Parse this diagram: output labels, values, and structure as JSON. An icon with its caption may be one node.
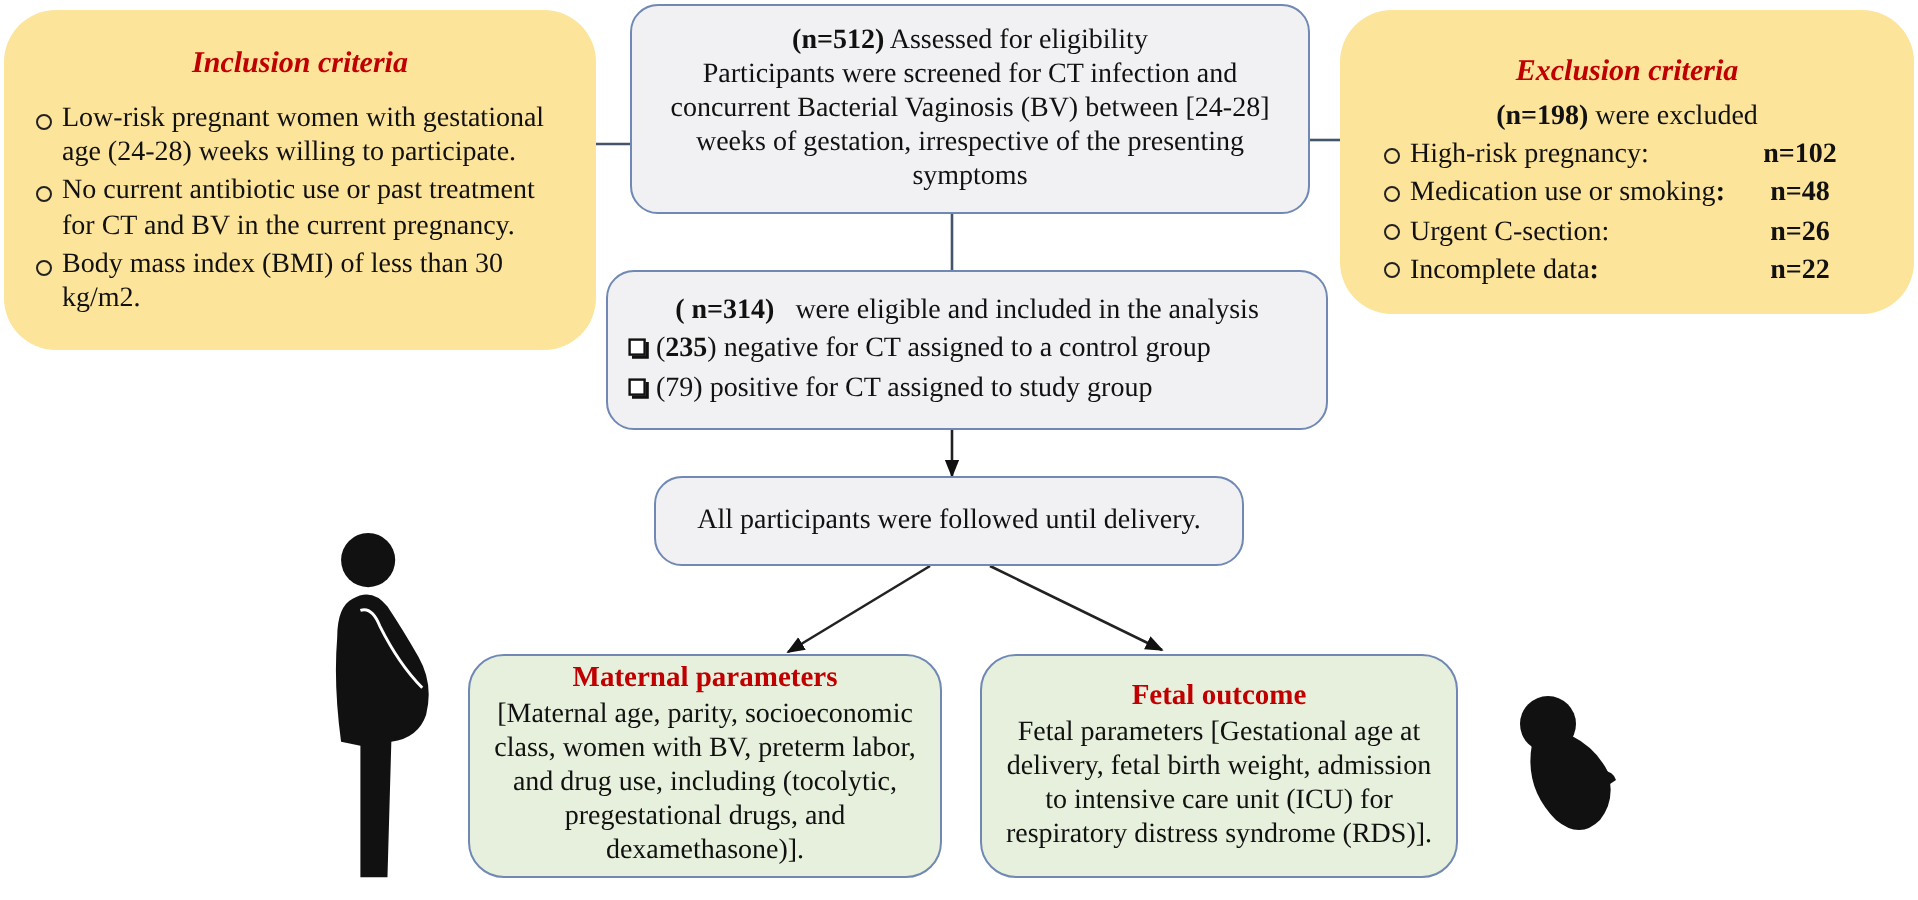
{
  "diagram": {
    "nodes": [
      {
        "text": [
          "Inclusion criteria",
          "Low-risk pregnant women with gestational age (24-28) weeks willing to participate.",
          "No current antibiotic use or past treatment for CT and BV in the current pregnancy.",
          "Body mass index (BMI) of less than 30 kg/m2."
        ]
      },
      {
        "text": [
          "**(n=512)** Assessed for eligibility",
          "Participants were screened for CT infection and concurrent Bacterial Vaginosis (BV) between [24-28] weeks of gestation, irrespective of the presenting symptoms"
        ]
      },
      {
        "text": [
          "Exclusion criteria",
          "**(n=198)** were excluded",
          "High-risk pregnancy:",
          "n=102",
          "Medication use or smoking**:**",
          "n=48",
          "Urgent C-section:",
          "n=26",
          "Incomplete data**:**",
          "n=22"
        ]
      },
      {
        "text": [
          "**( n=314)**   were eligible and included in the analysis",
          "(**235**) negative for CT assigned to a control group",
          "(79) positive for CT assigned to study group"
        ]
      },
      {
        "text": [
          "All participants were followed until delivery."
        ]
      },
      {
        "text": [
          "Maternal parameters",
          "[Maternal age, parity, socioeconomic class, women with BV, preterm labor, and drug use, including (tocolytic, pregestational drugs, and dexamethasone)]."
        ]
      },
      {
        "text": [
          "Fetal outcome",
          "Fetal parameters [Gestational age at delivery, fetal birth weight, admission to intensive care unit (ICU) for respiratory distress syndrome (RDS)]."
        ]
      }
    ],
    "edges": [
      {
        "from": 1,
        "to": 0,
        "arrow": "none"
      },
      {
        "from": 1,
        "to": 2,
        "arrow": "none"
      },
      {
        "from": 1,
        "to": 3,
        "arrow": "none"
      },
      {
        "from": 3,
        "to": 4,
        "arrow": "to"
      },
      {
        "from": 4,
        "to": 5,
        "arrow": "to"
      },
      {
        "from": 4,
        "to": 6,
        "arrow": "to"
      }
    ]
  }
}
